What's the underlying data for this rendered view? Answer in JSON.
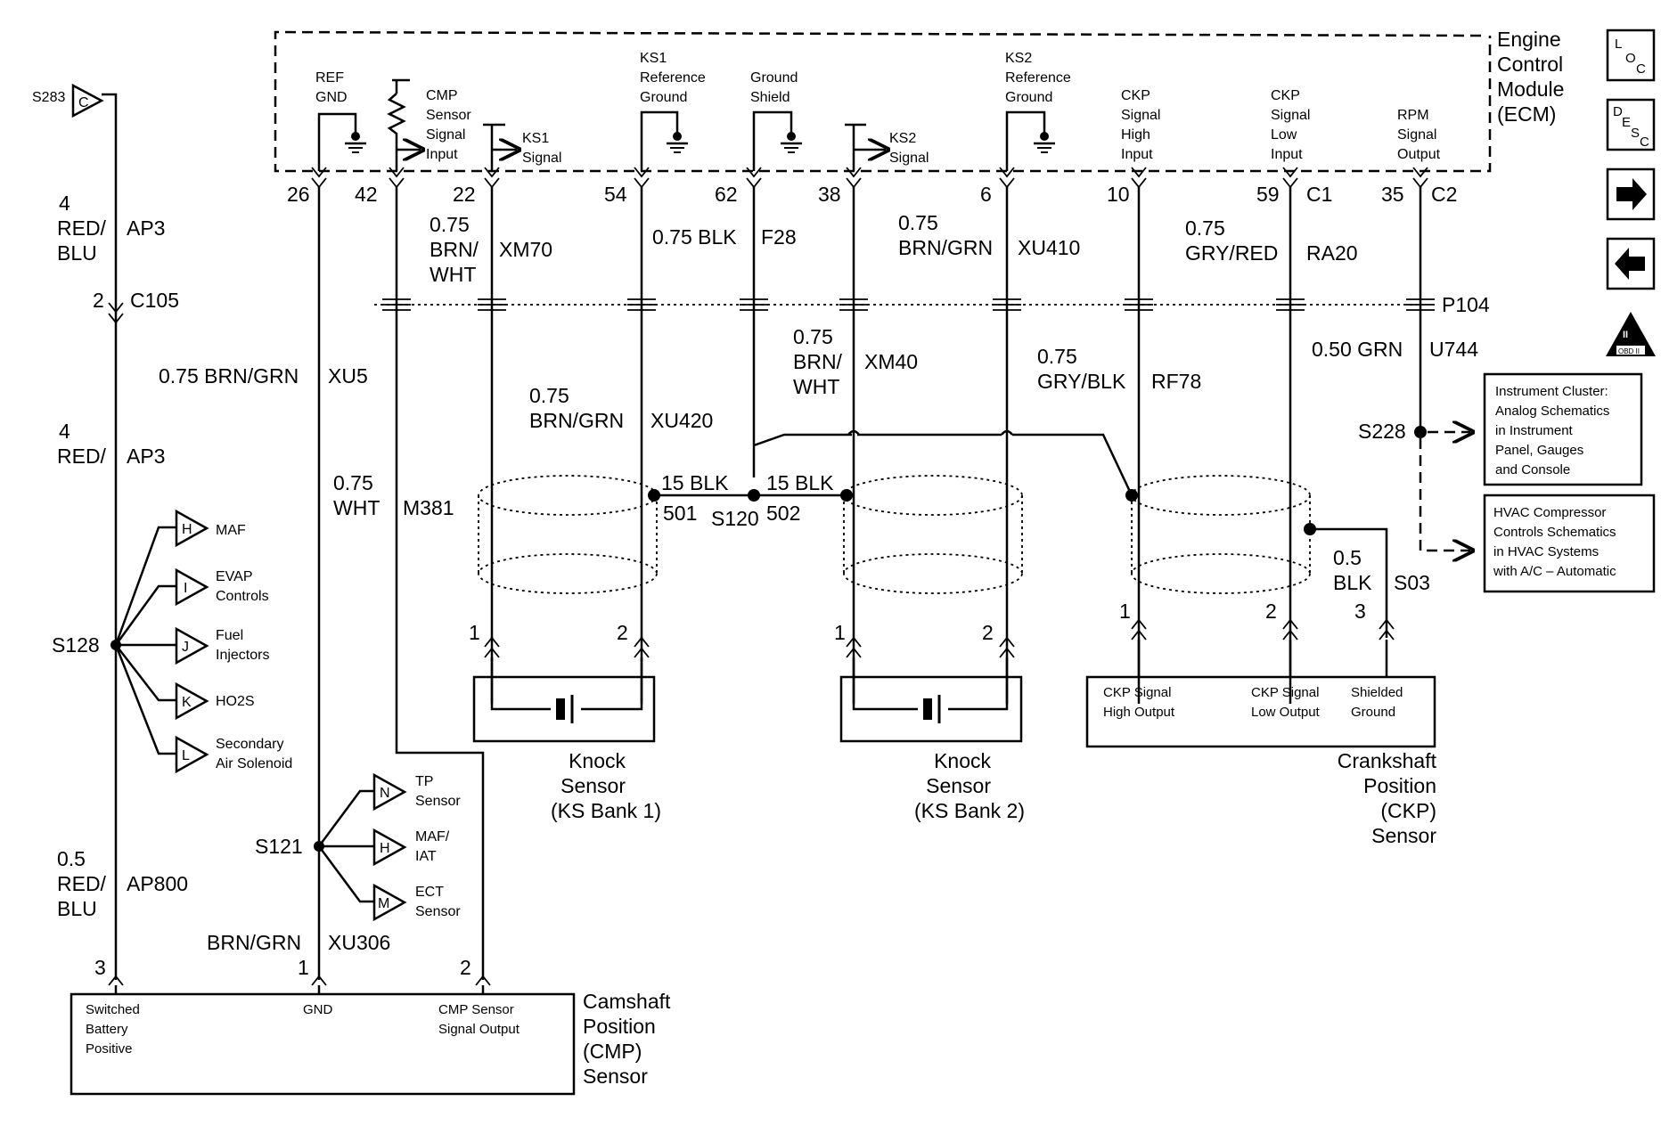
{
  "ecm": {
    "title": [
      "Engine",
      "Control",
      "Module",
      "(ECM)"
    ],
    "ref_gnd": [
      "REF",
      "GND"
    ],
    "cmp_input": [
      "CMP",
      "Sensor",
      "Signal",
      "Input"
    ],
    "ks1_signal": [
      "KS1",
      "Signal"
    ],
    "ks1_ref": [
      "KS1",
      "Reference",
      "Ground"
    ],
    "ground_shield": [
      "Ground",
      "Shield"
    ],
    "ks2_signal": [
      "KS2",
      "Signal"
    ],
    "ks2_ref": [
      "KS2",
      "Reference",
      "Ground"
    ],
    "ckp_high_in": [
      "CKP",
      "Signal",
      "High",
      "Input"
    ],
    "ckp_low_in": [
      "CKP",
      "Signal",
      "Low",
      "Input"
    ],
    "rpm_out": [
      "RPM",
      "Signal",
      "Output"
    ]
  },
  "pins": {
    "p26": "26",
    "p42": "42",
    "p22": "22",
    "p54": "54",
    "p62": "62",
    "p38": "38",
    "p6": "6",
    "p10": "10",
    "p59": "59",
    "c1": "C1",
    "p35": "35",
    "c2": "C2"
  },
  "wires": {
    "ap3_gauge": "4",
    "ap3_color1": "RED/",
    "ap3_color2": "BLU",
    "ap3_circuit": "AP3",
    "c105_pin": "2",
    "c105": "C105",
    "xu5": "0.75 BRN/GRN",
    "xu5_circuit": "XU5",
    "ap3b_gauge": "4",
    "ap3b_color": "RED/",
    "ap3b_circuit": "AP3",
    "m381_gauge": "0.75",
    "m381_color": "WHT",
    "m381_circuit": "M381",
    "xm70_gauge": "0.75",
    "xm70_color1": "BRN/",
    "xm70_color2": "WHT",
    "xm70_circuit": "XM70",
    "f28": "0.75 BLK",
    "f28_circuit": "F28",
    "xu410_gauge": "0.75",
    "xu410_color": "BRN/GRN",
    "xu410_circuit": "XU410",
    "ra20_gauge": "0.75",
    "ra20_color": "GRY/RED",
    "ra20_circuit": "RA20",
    "p104": "P104",
    "xm40_gauge": "0.75",
    "xm40_color1": "BRN/",
    "xm40_color2": "WHT",
    "xm40_circuit": "XM40",
    "rf78_gauge": "0.75",
    "rf78_color": "GRY/BLK",
    "rf78_circuit": "RF78",
    "u744": "0.50 GRN",
    "u744_circuit": "U744",
    "xu420_gauge": "0.75",
    "xu420_color": "BRN/GRN",
    "xu420_circuit": "XU420",
    "blk501": "15 BLK",
    "blk502": "15 BLK",
    "n501": "501",
    "s120": "S120",
    "n502": "502",
    "s03_gauge": "0.5",
    "s03_color": "BLK",
    "s03_circuit": "S03",
    "ap800_gauge": "0.5",
    "ap800_color1": "RED/",
    "ap800_color2": "BLU",
    "ap800_circuit": "AP800",
    "xu306": "BRN/GRN",
    "xu306_circuit": "XU306"
  },
  "splices": {
    "s283": "S283",
    "s283_tag": "C",
    "s128": "S128",
    "s121": "S121",
    "s228": "S228"
  },
  "branches_s128": [
    {
      "tag": "H",
      "label": [
        "MAF"
      ]
    },
    {
      "tag": "I",
      "label": [
        "EVAP",
        "Controls"
      ]
    },
    {
      "tag": "J",
      "label": [
        "Fuel",
        "Injectors"
      ]
    },
    {
      "tag": "K",
      "label": [
        "HO2S"
      ]
    },
    {
      "tag": "L",
      "label": [
        "Secondary",
        "Air Solenoid"
      ]
    }
  ],
  "branches_s121": [
    {
      "tag": "N",
      "label": [
        "TP",
        "Sensor"
      ]
    },
    {
      "tag": "H",
      "label": [
        "MAF/",
        "IAT"
      ]
    },
    {
      "tag": "M",
      "label": [
        "ECT",
        "Sensor"
      ]
    }
  ],
  "refs": {
    "cluster": [
      "Instrument Cluster:",
      "Analog Schematics",
      "in Instrument",
      "Panel, Gauges",
      "and Console"
    ],
    "hvac": [
      "HVAC Compressor",
      "Controls Schematics",
      "in HVAC Systems",
      "with A/C – Automatic"
    ]
  },
  "ks1": {
    "pin1": "1",
    "pin2": "2",
    "title": [
      "Knock",
      "Sensor",
      "(KS Bank 1)"
    ]
  },
  "ks2": {
    "pin1": "1",
    "pin2": "2",
    "title": [
      "Knock",
      "Sensor",
      "(KS Bank 2)"
    ]
  },
  "ckp": {
    "pin1": "1",
    "pin2": "2",
    "pin3": "3",
    "high": [
      "CKP Signal",
      "High Output"
    ],
    "low": [
      "CKP Signal",
      "Low Output"
    ],
    "shield": [
      "Shielded",
      "Ground"
    ],
    "title": [
      "Crankshaft",
      "Position",
      "(CKP)",
      "Sensor"
    ]
  },
  "cmp": {
    "pin3": "3",
    "pin1": "1",
    "pin2": "2",
    "batt": [
      "Switched",
      "Battery",
      "Positive"
    ],
    "gnd": "GND",
    "sig": [
      "CMP Sensor",
      "Signal Output"
    ],
    "title": [
      "Camshaft",
      "Position",
      "(CMP)",
      "Sensor"
    ]
  },
  "nav": {
    "loc": [
      "L",
      "O",
      "C"
    ],
    "desc": [
      "D",
      "E",
      "S",
      "C"
    ],
    "obd": [
      "II",
      "OBD II"
    ],
    "next_icon": "arrow-right",
    "prev_icon": "arrow-left"
  }
}
